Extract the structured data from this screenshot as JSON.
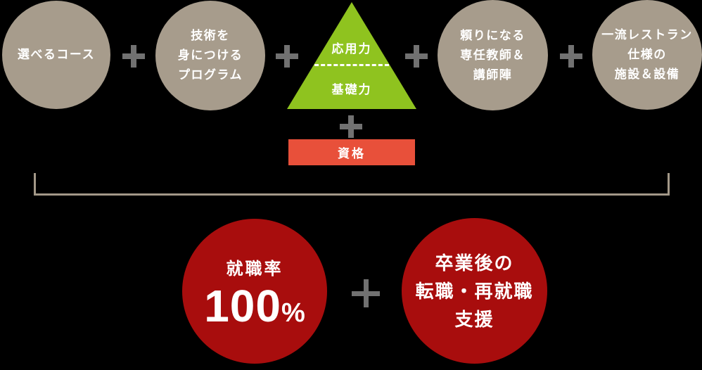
{
  "formula_row": {
    "circle_1": {
      "label": "選べるコース"
    },
    "circle_2": {
      "label": "技術を\n身につける\nプログラム"
    },
    "pyramid": {
      "top": "応用力",
      "bottom": "基礎力"
    },
    "circle_3": {
      "label": "頼りになる\n専任教師＆\n講師陣"
    },
    "circle_4": {
      "label": "一流レストラン\n仕様の\n施設＆設備"
    }
  },
  "qualification": {
    "label": "資格"
  },
  "results": {
    "employment": {
      "heading": "就職率",
      "value": "100",
      "unit": "%"
    },
    "support": {
      "label": "卒業後の\n転職・再就職\n支援"
    }
  },
  "icons": {
    "plus": "+"
  },
  "colors": {
    "background": "#000000",
    "circle_bg": "#a79c8c",
    "plus_gray": "#717171",
    "pyramid_green": "#8fc31f",
    "qualification_red": "#e8503a",
    "result_red": "#a80d0d",
    "bracket_line": "#a39888",
    "text_white": "#ffffff"
  }
}
